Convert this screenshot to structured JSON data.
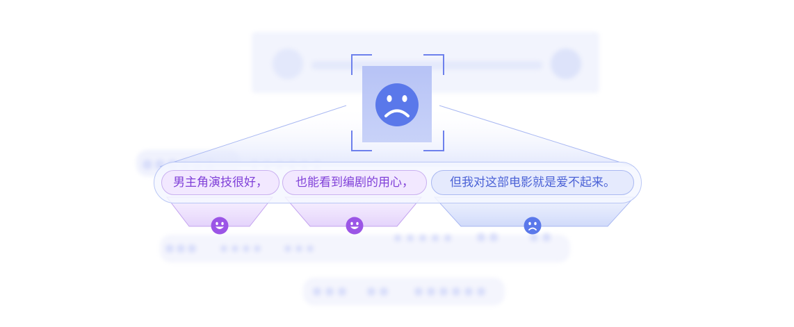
{
  "segments": [
    {
      "text": "男主角演技很好，",
      "sentiment": "positive",
      "emotion_icon": "smiley-face-icon"
    },
    {
      "text": "也能看到编剧的用心，",
      "sentiment": "positive",
      "emotion_icon": "smiley-face-icon"
    },
    {
      "text": "但我对这部电影就是爱不起来。",
      "sentiment": "negative",
      "emotion_icon": "frown-face-icon"
    }
  ],
  "overall": {
    "sentiment": "negative",
    "icon": "frown-face-icon"
  },
  "colors": {
    "positive_accent": "#9b55e6",
    "negative_accent": "#5a78ea",
    "frame": "#6d80ec",
    "outline": "#b9c6f5"
  }
}
